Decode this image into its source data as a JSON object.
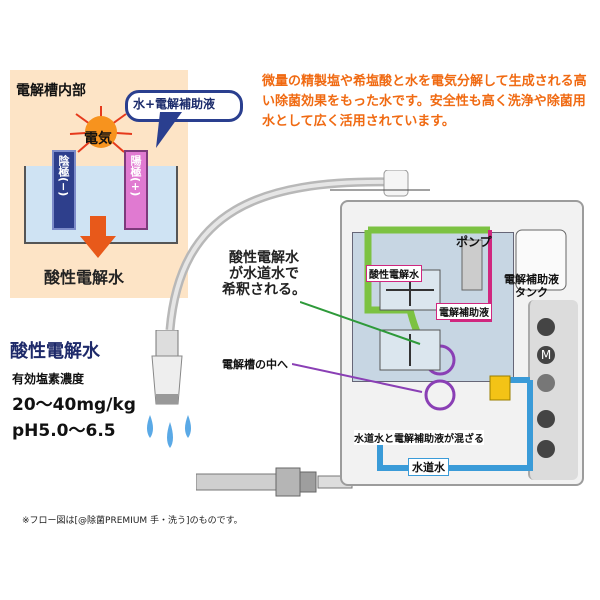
{
  "inset": {
    "title": "電解槽内部",
    "bubble": "水+電解補助液",
    "center": "電気",
    "cathode": "陰極(−)",
    "anode": "陽極(+)",
    "product": "酸性電解水"
  },
  "description": "微量の精製塩や希塩酸と水を電気分解して生成される高い除菌効果をもった水です。安全性も高く洗浄や除菌用水として広く活用されています。",
  "spec": {
    "title": "酸性電解水",
    "concentration_label": "有効塩素濃度",
    "concentration_value": "20〜40mg/kg",
    "ph": "pH5.0〜6.5"
  },
  "diagram": {
    "acidic_label": "酸性電解水",
    "pump_label": "ポンプ",
    "tank_label_line1": "電解補助液",
    "tank_label_line2": "タンク",
    "liquid_label": "電解補助液",
    "dilute_line1": "酸性電解水",
    "dilute_line2": "が水道水で",
    "dilute_line3": "希釈される。",
    "cell_label": "電解槽の中へ",
    "mix_label": "水道水と電解補助液が混ざる",
    "tapwater_label": "水道水",
    "button_m": "M"
  },
  "footnote": "※フロー図は[@除菌PREMIUM 手・洗う]のものです。",
  "colors": {
    "inset_bg": "#fde4c6",
    "description": "#f06a12",
    "spec_title": "#1e2a6a",
    "acidic_flow": "#7cc242",
    "liquid_flow": "#d0277f",
    "tap_flow": "#3a9bd8",
    "cathode": "#2e3f8c",
    "anode": "#e07ad1"
  },
  "icons": [
    "spark-icon",
    "arrow-down-icon",
    "shower-head-icon",
    "water-drop-icon",
    "faucet-icon"
  ]
}
